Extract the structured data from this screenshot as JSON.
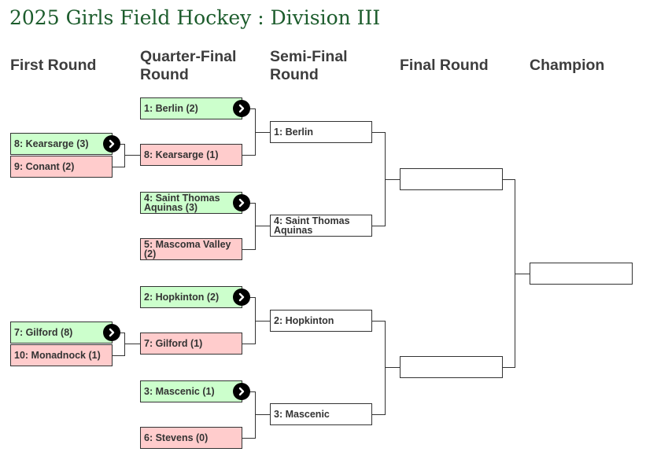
{
  "title": "2025 Girls Field Hockey : Division III",
  "columns": {
    "first_round": "First Round",
    "quarter_final_1": "Quarter-Final",
    "quarter_final_2": "Round",
    "semi_final_1": "Semi-Final",
    "semi_final_2": "Round",
    "final_round": "Final Round",
    "champion": "Champion"
  },
  "first_round": [
    {
      "winner": "8: Kearsarge (3)",
      "loser": "9: Conant (2)"
    },
    {
      "winner": "7: Gilford (8)",
      "loser": "10: Monadnock (1)"
    }
  ],
  "quarter_final": [
    {
      "winner": "1: Berlin (2)",
      "loser": "8: Kearsarge (1)"
    },
    {
      "winner": "4: Saint Thomas Aquinas (3)",
      "loser": "5: Mascoma Valley (2)"
    },
    {
      "winner": "2: Hopkinton (2)",
      "loser": "7: Gilford (1)"
    },
    {
      "winner": "3: Mascenic (1)",
      "loser": "6: Stevens (0)"
    }
  ],
  "semi_final": [
    "1: Berlin",
    "4: Saint Thomas Aquinas",
    "2: Hopkinton",
    "3: Mascenic"
  ],
  "final_round": [
    "",
    ""
  ],
  "champion": ""
}
